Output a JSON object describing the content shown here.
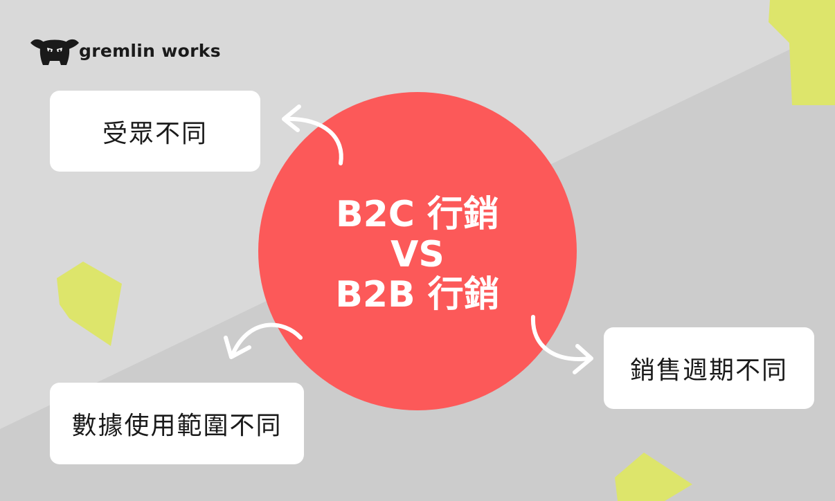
{
  "brand": {
    "name": "gremlin works"
  },
  "center": {
    "line1": "B2C 行銷",
    "line2": "VS",
    "line3": "B2B 行銷"
  },
  "nodes": {
    "audience": "受眾不同",
    "data_usage": "數據使用範圍不同",
    "sales_cycle": "銷售週期不同"
  },
  "colors": {
    "background_light": "#d9d9d9",
    "background_dark": "#cccccc",
    "accent_yellow": "#dde56b",
    "circle_red": "#fc5959",
    "card_white": "#ffffff",
    "text_dark": "#1a1a1a"
  },
  "icons": {
    "logo": "gremlin-mascot-icon",
    "arrow_to_audience": "curved-arrow-icon",
    "arrow_to_data": "curved-arrow-icon",
    "arrow_to_cycle": "curved-arrow-icon"
  }
}
